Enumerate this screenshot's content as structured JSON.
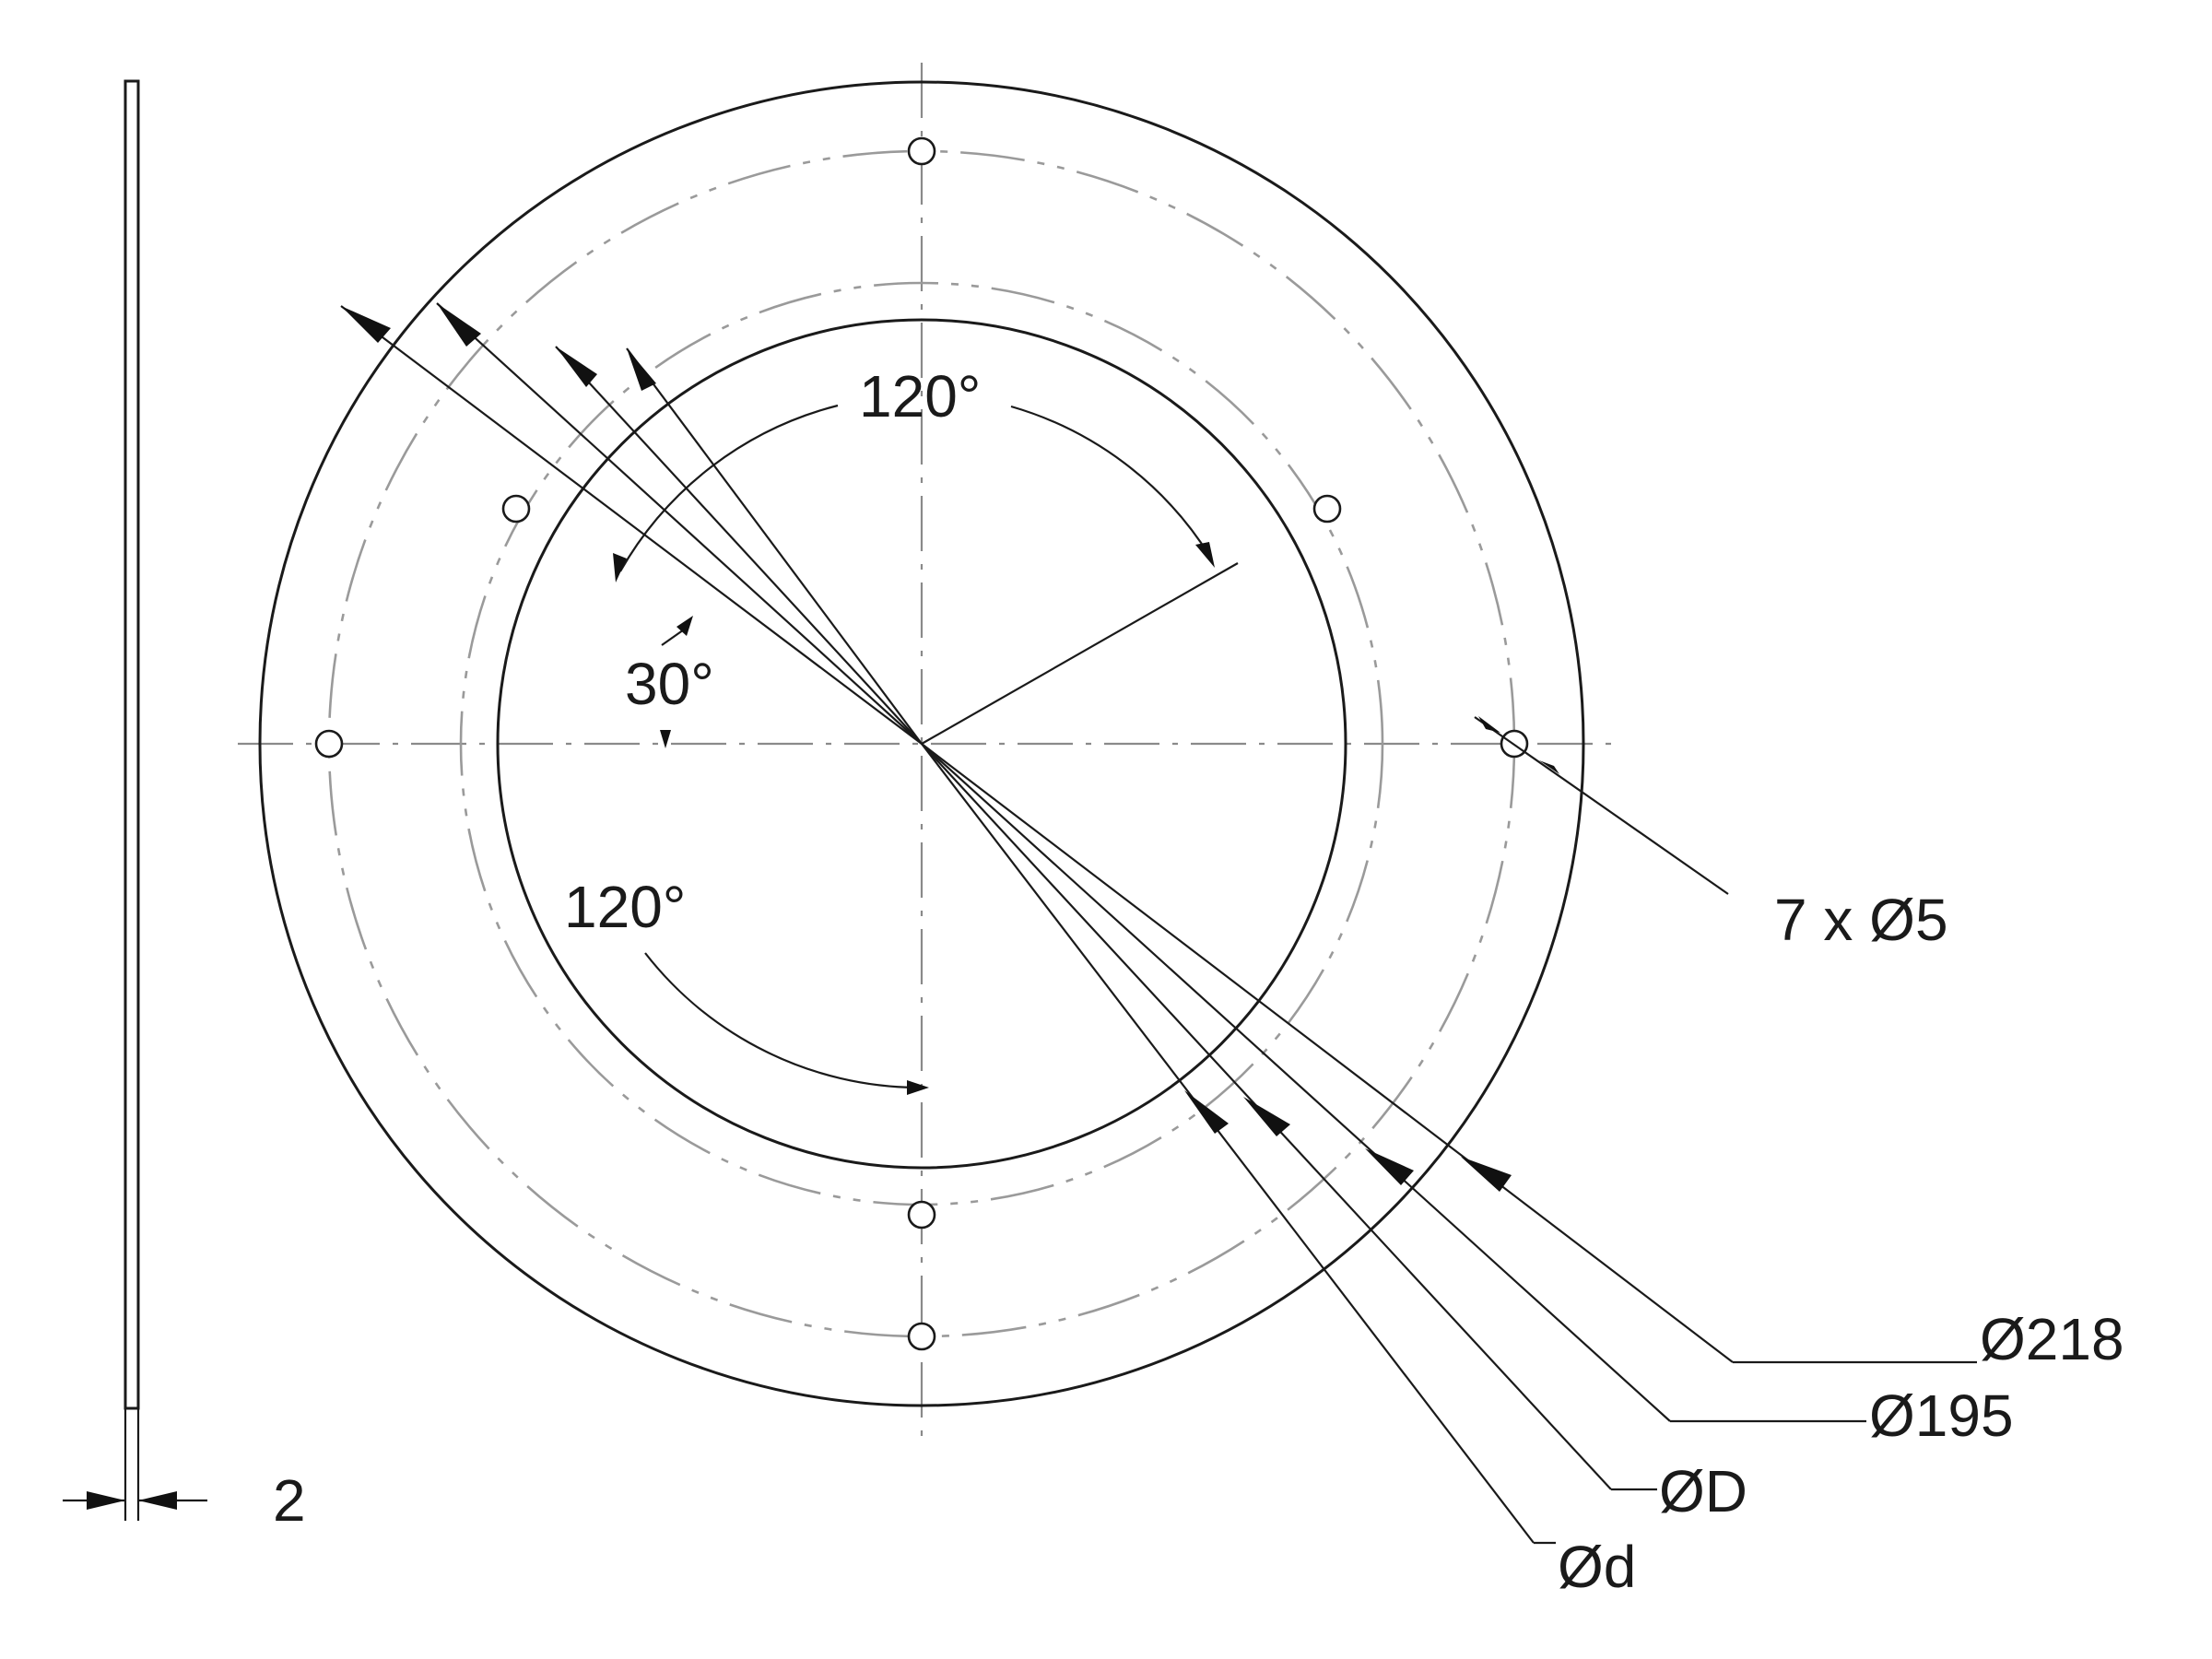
{
  "drawing": {
    "labels": {
      "angle_top": "120°",
      "angle_small": "30°",
      "angle_bottom": "120°",
      "holes_callout": "7 x Ø5",
      "dia_outer": "Ø218",
      "dia_pcd": "Ø195",
      "dia_D": "ØD",
      "dia_d": "Ød",
      "thickness": "2"
    }
  }
}
